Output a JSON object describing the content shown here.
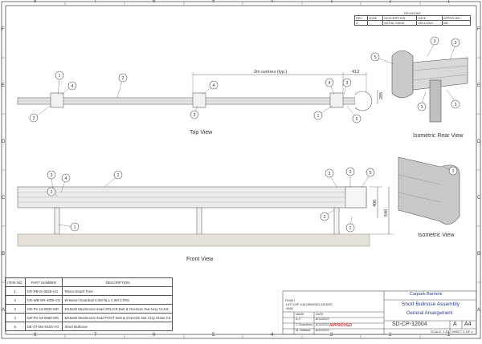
{
  "zones": {
    "top": [
      "8",
      "7",
      "6",
      "5",
      "4",
      "3",
      "2",
      "1"
    ],
    "bottom": [
      "8",
      "7",
      "6",
      "5",
      "4",
      "3",
      "2",
      "1"
    ],
    "left": [
      "F",
      "E",
      "D",
      "C",
      "B",
      "A"
    ],
    "right": [
      "F",
      "E",
      "D",
      "C",
      "B",
      "A"
    ]
  },
  "revisions": {
    "title": "REVISIONS",
    "headers": [
      "REV",
      "ZONE",
      "DESCRIPTION",
      "DATE",
      "APPROVED"
    ],
    "rows": [
      [
        "A",
        "",
        "INITIAL ISSUE",
        "08/11/2022",
        "MB"
      ]
    ]
  },
  "views": {
    "top": "Top View",
    "front": "Front View",
    "iso_rear": "Isometric Rear View",
    "iso": "Isometric View"
  },
  "dimensions": {
    "centres": "2m centres (typ.)",
    "d412": "412",
    "d285": "285",
    "d400": "400",
    "d640": "640"
  },
  "balloons": {
    "b1": "1",
    "b2": "2",
    "b3": "3",
    "b4": "4",
    "b5": "5"
  },
  "bom": {
    "headers": [
      "ITEM NO.",
      "PART NUMBER",
      "DESCRIPTION"
    ],
    "rows": [
      [
        "1",
        "GR-PB-IS-0625-CG",
        "Rhino-Stop® Post"
      ],
      [
        "2",
        "GR-WB-SR-4000-CG",
        "W-Beam Guardrail 4.0M NLL 1.0M CTRS"
      ],
      [
        "3",
        "GR-FS-16-0032-MG",
        "M16x32 Mushroom Head SPLICE Bolt & Oversize Nut Assy CL8.8"
      ],
      [
        "4",
        "GR-FS-16-0050-MG",
        "M16x50 Mushroom Head POST Bolt & Oversize Nut Assy Class 4.6"
      ],
      [
        "5",
        "DE-ST-MX-0103-AG",
        "Short Bullnose"
      ]
    ]
  },
  "title_block": {
    "finish_label": "FINISH",
    "finish": "HOT-DIP GALVANISED AS/NZS 4680",
    "name_label": "NAME",
    "date_label": "DATE",
    "drawn": "A.Y.",
    "drawn_date": "8/11/2022",
    "checked": "C.Chaudhary",
    "checked_date": "8/11/2022",
    "approved": "M. Wallace",
    "approved_date": "8/11/2022",
    "client": "Carpark Barriers",
    "title": "Short Bullnose Assembly",
    "subtitle": "General Arrangement",
    "dwg_no": "SD-CP-12004",
    "rev": "A",
    "size": "A4",
    "scale": "SCALE: 1:15",
    "sheet": "SHEET 1 OF 1",
    "stamp": "APPROVED"
  }
}
